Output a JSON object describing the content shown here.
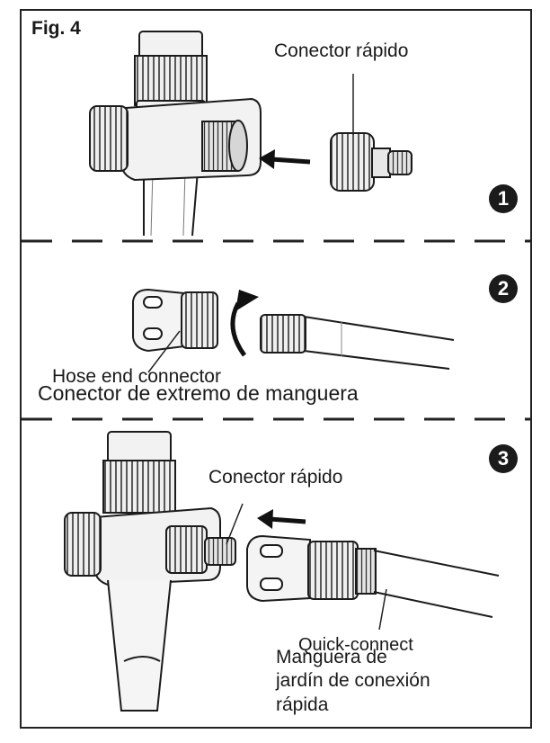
{
  "figure_label": "Fig. 4",
  "steps": [
    {
      "number": "1",
      "label": "Conector rápido"
    },
    {
      "number": "2",
      "label_en": "Hose end connector",
      "label_es": "Conector de extremo de manguera"
    },
    {
      "number": "3",
      "label": "Conector rápido",
      "sublabel_en": "Quick-connect",
      "sublabel_es": "Manguera de\njardín de conexión\nrápida"
    }
  ],
  "colors": {
    "ink": "#1b1b1b",
    "part_fill": "#f2f2f2",
    "shade": "#cfcfcf"
  }
}
